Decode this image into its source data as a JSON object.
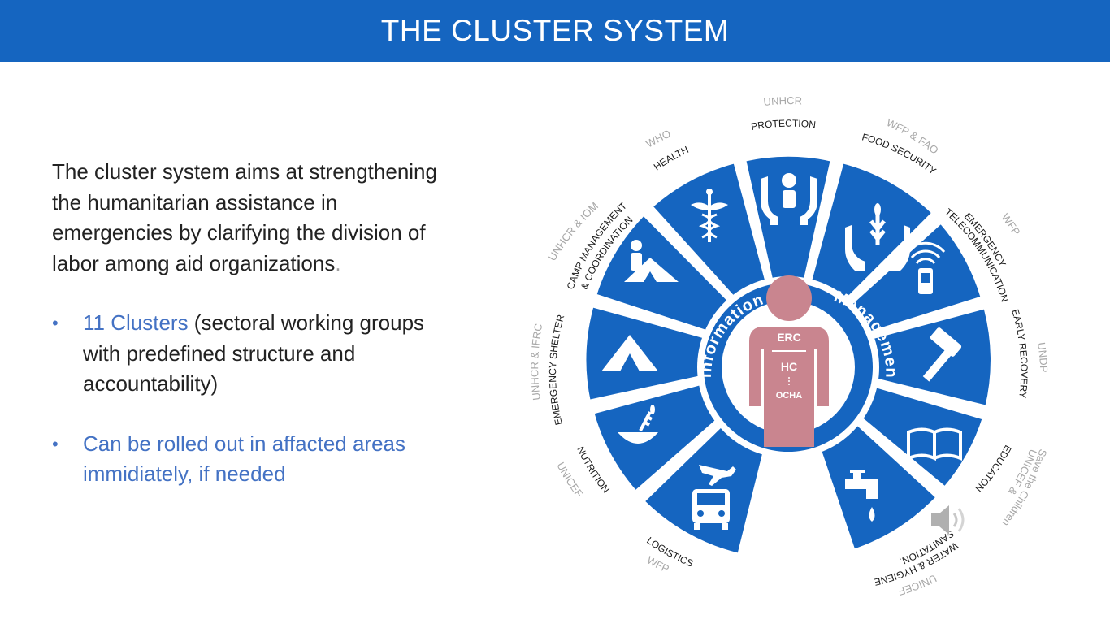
{
  "title": "THE CLUSTER SYSTEM",
  "intro": {
    "line1": "The cluster system aims at strengthening",
    "line2": "the humanitarian assistance in",
    "line3": "emergencies by clarifying the division of",
    "line4": "labor among aid organizations",
    "period": "."
  },
  "bullets": [
    {
      "highlight": "11 Clusters",
      "rest": " (sectoral working groups",
      "line2": "with predefined structure and",
      "line3": "accountability)"
    },
    {
      "line1": "Can be rolled out in affacted areas",
      "line2": "immidiately, if needed"
    }
  ],
  "center": {
    "info": "Information",
    "mgmt": "Management",
    "erc": "ERC",
    "hc": "HC",
    "ocha": "OCHA"
  },
  "clusters": {
    "protection": {
      "name": "PROTECTION",
      "lead": "UNHCR"
    },
    "food": {
      "name": "FOOD SECURITY",
      "lead": "WFP & FAO"
    },
    "telecom": {
      "name1": "EMERGENCY",
      "name2": "TELECOMMUNICATION",
      "lead": "WFP"
    },
    "recovery": {
      "name": "EARLY RECOVERY",
      "lead": "UNDP"
    },
    "education": {
      "name": "EDUCATON",
      "lead1": "UNICEF &",
      "lead2": "Save the Children"
    },
    "wash": {
      "name1": "SANITATION,",
      "name2": "WATER & HYGIENE",
      "lead": "UNICEF"
    },
    "logistics": {
      "name": "LOGISTICS",
      "lead": "WFP"
    },
    "nutrition": {
      "name": "NUTRITION",
      "lead": "UNICEF"
    },
    "shelter": {
      "name": "EMERGENCY SHELTER",
      "lead": "UNHCR & IFRC"
    },
    "camp": {
      "name1": "CAMP MANAGEMENT",
      "name2": "& COORDINATION",
      "lead": "UNHCR & IOM"
    },
    "health": {
      "name": "HEALTH",
      "lead": "WHO"
    }
  },
  "colors": {
    "title_bar": "#1565c0",
    "wheel_blue": "#1565c0",
    "figure_pink": "#c9858f",
    "accent_text": "#4472c4",
    "lead_gray": "#a8a8a8"
  },
  "icons": [
    "hands-protect-icon",
    "hands-wheat-icon",
    "mobile-signal-icon",
    "hammer-icon",
    "book-icon",
    "faucet-icon",
    "truck-plane-icon",
    "bowl-wheat-icon",
    "tent-icon",
    "camp-person-icon",
    "caduceus-icon",
    "person-figure-icon",
    "speaker-icon"
  ]
}
